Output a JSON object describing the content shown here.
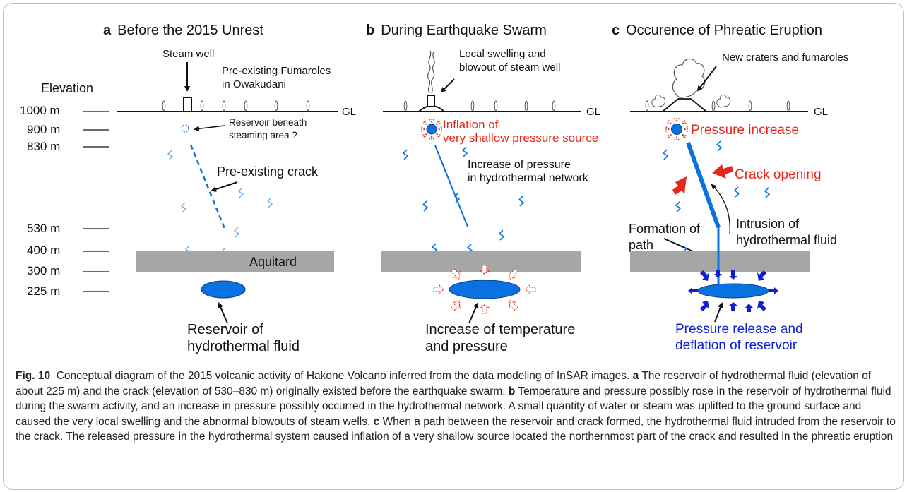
{
  "panels": {
    "a": {
      "letter": "a",
      "title": "Before the 2015 Unrest"
    },
    "b": {
      "letter": "b",
      "title": "During Earthquake Swarm"
    },
    "c": {
      "letter": "c",
      "title": "Occurence of Phreatic Eruption"
    }
  },
  "elevation": {
    "heading": "Elevation",
    "levels": [
      "1000 m",
      "900 m",
      "830 m",
      "530 m",
      "400 m",
      "300 m",
      "225 m"
    ]
  },
  "ground_label": "GL",
  "aquitard_label": "Aquitard",
  "labels_a": {
    "steam_well": "Steam well",
    "fumaroles_1": "Pre-existing Fumaroles",
    "fumaroles_2": "in Owakudani",
    "reservoir_steam_1": "Reservoir beneath",
    "reservoir_steam_2": "steaming area ?",
    "crack": "Pre-existing crack",
    "reservoir_1": "Reservoir of",
    "reservoir_2": "hydrothermal fluid"
  },
  "labels_b": {
    "swelling_1": "Local swelling and",
    "swelling_2": "blowout of steam well",
    "inflation_1": "Inflation of",
    "inflation_2": "very shallow pressure source",
    "pressure_1": "Increase of pressure",
    "pressure_2": "in hydrothermal network",
    "temp_1": "Increase of temperature",
    "temp_2": "and pressure"
  },
  "labels_c": {
    "craters": "New craters and fumaroles",
    "pressure_increase": "Pressure increase",
    "crack_opening": "Crack opening",
    "formation_1": "Formation of",
    "formation_2": "path",
    "intrusion_1": "Intrusion of",
    "intrusion_2": "hydrothermal fluid",
    "release_1": "Pressure release and",
    "release_2": "deflation of reservoir"
  },
  "caption": {
    "fig_label": "Fig. 10",
    "intro": "Conceptual diagram of the 2015 volcanic activity of Hakone Volcano inferred from the data modeling of InSAR images.",
    "a_label": "a",
    "a_text": "The reservoir of hydrothermal fluid (elevation of about 225 m) and the crack (elevation of 530–830 m) originally existed before the earthquake swarm.",
    "b_label": "b",
    "b_text": "Temperature and pressure possibly rose in the reservoir of hydrothermal fluid during the swarm activity, and an increase in pressure possibly occurred in the hydrothermal network. A small quantity of water or steam was uplifted to the ground surface and caused the very local swelling and the abnormal blowouts of steam wells.",
    "c_label": "c",
    "c_text": "When a path between the reservoir and crack formed, the hydrothermal fluid intruded from the reservoir to the crack. The released pressure in the hydrothermal system caused inflation of a very shallow source located the northernmost part of the crack and resulted in the phreatic eruption"
  },
  "colors": {
    "blue": "#0a72e0",
    "red": "#e8271c",
    "dark_blue": "#1020d0",
    "aquitard": "#a6a6a6"
  }
}
